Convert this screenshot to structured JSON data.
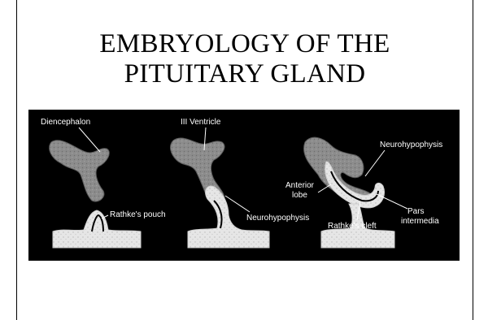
{
  "title": {
    "line1": "EMBRYOLOGY OF THE",
    "line2": "PITUITARY GLAND"
  },
  "figure": {
    "background": "#000000",
    "neural_tissue_color": "#8c8c8c",
    "oral_tissue_color": "#e6e6e6",
    "labels": {
      "diencephalon": "Diencephalon",
      "iii_ventricle": "III Ventricle",
      "rathkes_pouch": "Rathke's pouch",
      "neurohypophysis_mid": "Neurohypophysis",
      "neurohypophysis_right": "Neurohypophysis",
      "anterior_lobe_1": "Anterior",
      "anterior_lobe_2": "lobe",
      "pars_intermedia_1": "Pars",
      "pars_intermedia_2": "intermedia",
      "rathkes_cleft": "Rathke's cleft"
    }
  }
}
